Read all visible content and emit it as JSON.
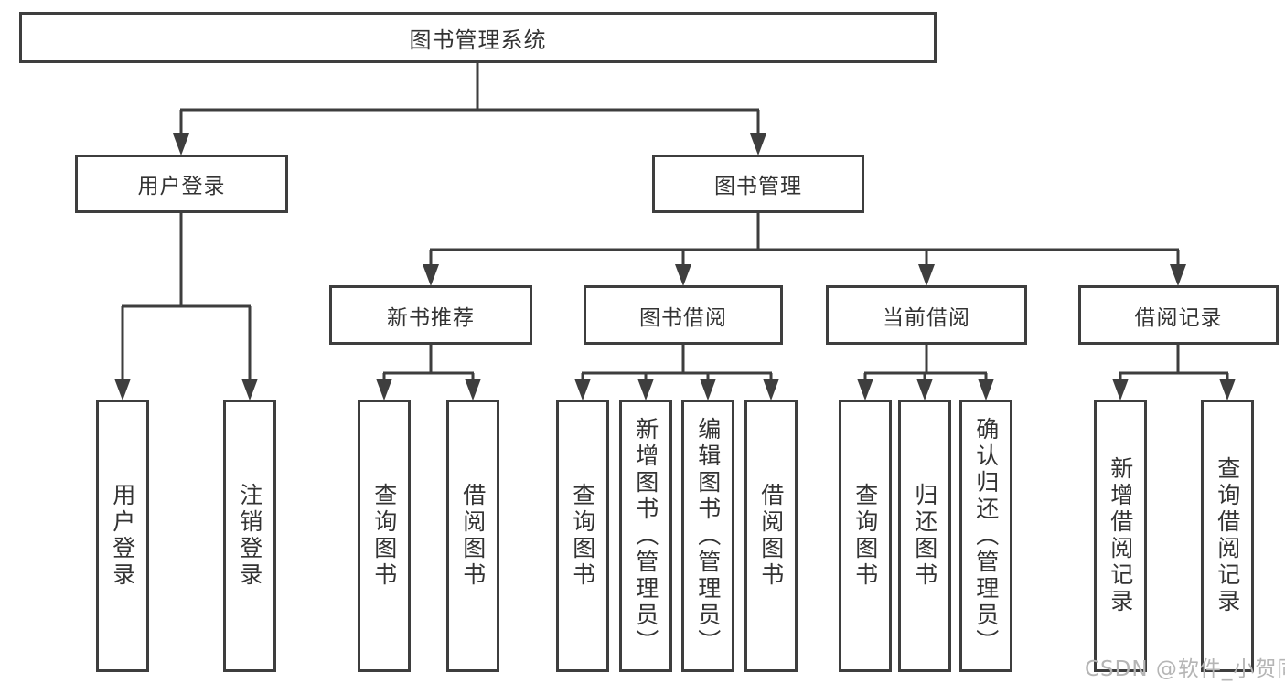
{
  "tree": {
    "label": "图书管理系统",
    "children": [
      {
        "label": "用户登录",
        "children": [
          {
            "label": "用户登录"
          },
          {
            "label": "注销登录"
          }
        ]
      },
      {
        "label": "图书管理",
        "children": [
          {
            "label": "新书推荐",
            "children": [
              {
                "label": "查询图书"
              },
              {
                "label": "借阅图书"
              }
            ]
          },
          {
            "label": "图书借阅",
            "children": [
              {
                "label": "查询图书"
              },
              {
                "label": "新增图书（管理员）"
              },
              {
                "label": "编辑图书（管理员）"
              },
              {
                "label": "借阅图书"
              }
            ]
          },
          {
            "label": "当前借阅",
            "children": [
              {
                "label": "查询图书"
              },
              {
                "label": "归还图书"
              },
              {
                "label": "确认归还（管理员）"
              }
            ]
          },
          {
            "label": "借阅记录",
            "children": [
              {
                "label": "新增借阅记录"
              },
              {
                "label": "查询借阅记录"
              }
            ]
          }
        ]
      }
    ]
  },
  "watermark": {
    "text": "CSDN @软件_小贺同学"
  },
  "colors": {
    "line": "#3e3e3e",
    "text": "#333333",
    "background": "#ffffff",
    "watermark": "#b5b5b5"
  }
}
